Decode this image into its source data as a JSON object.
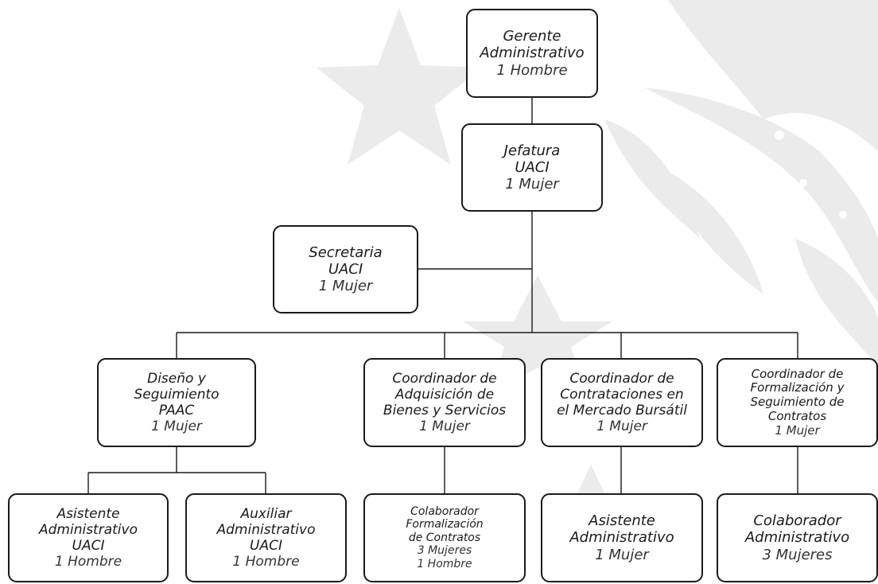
{
  "nodes": {
    "gerente": {
      "lines": [
        "Gerente",
        "Administrativo"
      ],
      "count": [
        "1 Hombre"
      ]
    },
    "jefatura": {
      "lines": [
        "Jefatura",
        "UACI"
      ],
      "count": [
        "1 Mujer"
      ]
    },
    "secretaria": {
      "lines": [
        "Secretaria",
        "UACI"
      ],
      "count": [
        "1 Mujer"
      ]
    },
    "diseno": {
      "lines": [
        "Diseño y",
        "Seguimiento",
        "PAAC"
      ],
      "count": [
        "1 Mujer"
      ]
    },
    "coord_adquisicion": {
      "lines": [
        "Coordinador de",
        "Adquisición de",
        "Bienes y Servicios"
      ],
      "count": [
        "1 Mujer"
      ]
    },
    "coord_bursatil": {
      "lines": [
        "Coordinador de",
        "Contrataciones en",
        "el Mercado Bursátil"
      ],
      "count": [
        "1 Mujer"
      ]
    },
    "coord_formalizacion": {
      "lines": [
        "Coordinador de",
        "Formalización y",
        "Seguimiento de",
        "Contratos"
      ],
      "count": [
        "1 Mujer"
      ]
    },
    "asistente_uaci": {
      "lines": [
        "Asistente",
        "Administrativo",
        "UACI"
      ],
      "count": [
        "1 Hombre"
      ]
    },
    "auxiliar_uaci": {
      "lines": [
        "Auxiliar",
        "Administrativo",
        "UACI"
      ],
      "count": [
        "1 Hombre"
      ]
    },
    "colaborador_formalizacion": {
      "lines": [
        "Colaborador",
        "Formalización",
        "de Contratos"
      ],
      "count": [
        "3 Mujeres",
        "1 Hombre"
      ]
    },
    "asistente_admin": {
      "lines": [
        "Asistente",
        "Administrativo"
      ],
      "count": [
        "1 Mujer"
      ]
    },
    "colaborador_admin": {
      "lines": [
        "Colaborador",
        "Administrativo"
      ],
      "count": [
        "3 Mujeres"
      ]
    }
  },
  "colors": {
    "line": "#1a1a1a",
    "border": "#1a1a1a",
    "watermark": "#e3e3e3"
  }
}
